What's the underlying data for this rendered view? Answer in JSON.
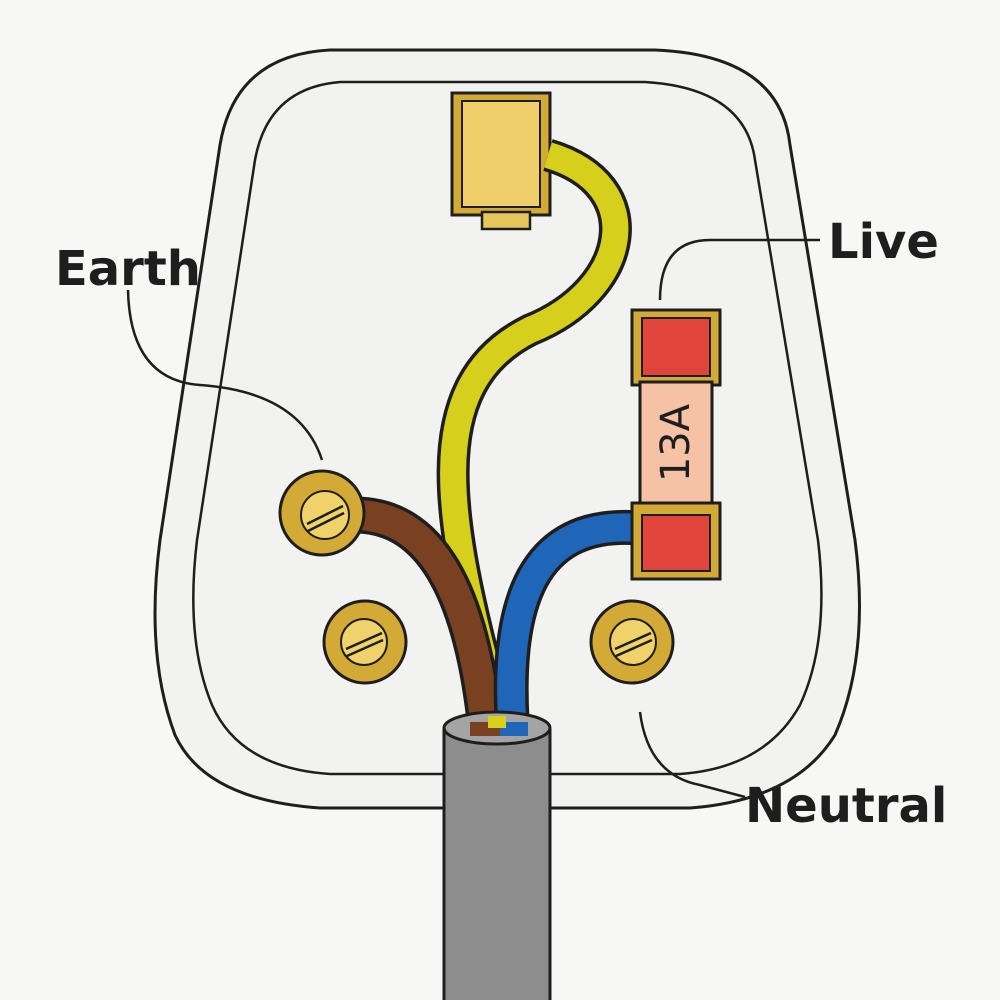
{
  "labels": {
    "earth": "Earth",
    "live": "Live",
    "neutral": "Neutral"
  },
  "fuse": {
    "rating": "13A"
  },
  "colors": {
    "background": "#f7f7f5",
    "plug_body": "#f2f2f0",
    "outline": "#1e1e1e",
    "earth_wire": "#d6d01c",
    "neutral_wire": "#7a4022",
    "live_wire": "#1f66b8",
    "brass": "#d4aa36",
    "brass_light": "#e8c75a",
    "fuse_cap": "#e0443a",
    "fuse_body": "#f6c2a6",
    "cable": "#8d8d8d",
    "label_text": "#1e1e1e"
  },
  "icons": {
    "terminal_screw": "slotted-screw-icon"
  }
}
